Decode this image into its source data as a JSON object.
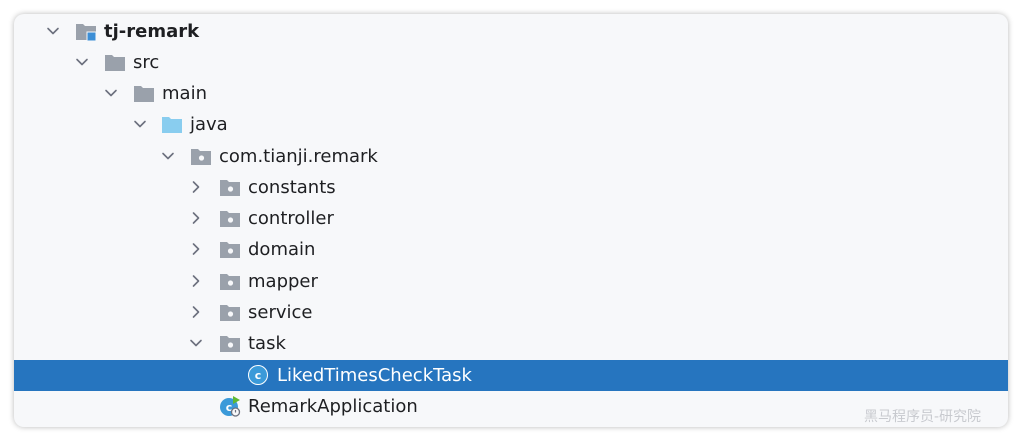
{
  "tree": {
    "root": {
      "label": "tj-remark",
      "icon": "module-folder-icon"
    },
    "src": {
      "label": "src",
      "icon": "folder-icon"
    },
    "main": {
      "label": "main",
      "icon": "folder-icon"
    },
    "java": {
      "label": "java",
      "icon": "source-root-folder-icon"
    },
    "package": {
      "label": "com.tianji.remark",
      "icon": "package-icon"
    },
    "constants": {
      "label": "constants",
      "icon": "package-icon"
    },
    "controller": {
      "label": "controller",
      "icon": "package-icon"
    },
    "domain": {
      "label": "domain",
      "icon": "package-icon"
    },
    "mapper": {
      "label": "mapper",
      "icon": "package-icon"
    },
    "service": {
      "label": "service",
      "icon": "package-icon"
    },
    "task": {
      "label": "task",
      "icon": "package-icon"
    },
    "liked_task": {
      "label": "LikedTimesCheckTask",
      "icon": "java-class-icon",
      "selected": true
    },
    "application": {
      "label": "RemarkApplication",
      "icon": "spring-boot-class-icon"
    }
  },
  "watermark": "黑马程序员-研究院",
  "colors": {
    "selection": "#2675bf",
    "panel_background": "#f7f8fa",
    "folder": "#9aa1ab",
    "source_folder": "#89cdef",
    "module_badge": "#3d8fd6",
    "class_icon": "#3b9ad9",
    "run_arrow": "#5fb832"
  }
}
